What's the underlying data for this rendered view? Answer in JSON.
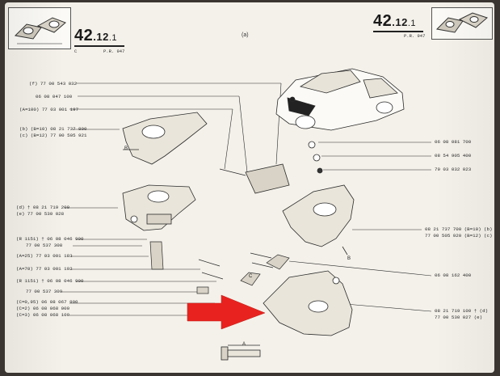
{
  "header": {
    "page_number_main": "42",
    "page_number_sub": ".12",
    "page_number_index": ".1",
    "left_code": "C",
    "right_code": "P.R. 947",
    "center_letter": "(a)"
  },
  "part_labels_left": [
    {
      "id": "f",
      "text": "(f) 77 00 543 032"
    },
    {
      "id": "g",
      "text": "06 08 047 100"
    },
    {
      "id": "h",
      "text": "(A=100) 77 03 001 197"
    },
    {
      "id": "i1",
      "text": "(b) (B=10) 08 21 737 800"
    },
    {
      "id": "i2",
      "text": "(c) (B=12) 77 00 505 921"
    },
    {
      "id": "j1",
      "text": "(d) † 08 21 719 200"
    },
    {
      "id": "j2",
      "text": "(e)    77 00 530 028"
    },
    {
      "id": "k1",
      "text": "(R 1151) † 06 08 046 900"
    },
    {
      "id": "k2",
      "text": "77 00 537 308"
    },
    {
      "id": "l",
      "text": "(A=25) 77 03 001 183"
    },
    {
      "id": "m",
      "text": "(A=70) 77 03 001 192"
    },
    {
      "id": "n",
      "text": "(R 1151) † 06 08 046 900"
    },
    {
      "id": "o",
      "text": "77 00 537 309"
    },
    {
      "id": "p1",
      "text": "(C=0,95) 06 08 067 900"
    },
    {
      "id": "p2",
      "text": "(C=2)    06 08 068 000"
    },
    {
      "id": "p3",
      "text": "(C=3)    06 08 068 100"
    }
  ],
  "part_labels_right": [
    {
      "id": "q",
      "text": "06 08 081 700"
    },
    {
      "id": "r",
      "text": "08 54 905 400"
    },
    {
      "id": "s",
      "text": "79 03 032 023"
    },
    {
      "id": "t1",
      "text": "08 21 737 700 (B=10) (b)"
    },
    {
      "id": "t2",
      "text": "77 00 505 920 (B=12) (c)"
    },
    {
      "id": "u",
      "text": "06 08 162 400"
    },
    {
      "id": "v1",
      "text": "08 21 719 100 † (d)"
    },
    {
      "id": "v2",
      "text": "77 00 530 027     (e)"
    }
  ],
  "dimension_letters": {
    "a": "A",
    "b1": "B",
    "b2": "B",
    "c": "C"
  },
  "colors": {
    "arrow": "#e8231f",
    "ink": "#1e1e1e",
    "paper": "#f4f1ea"
  }
}
